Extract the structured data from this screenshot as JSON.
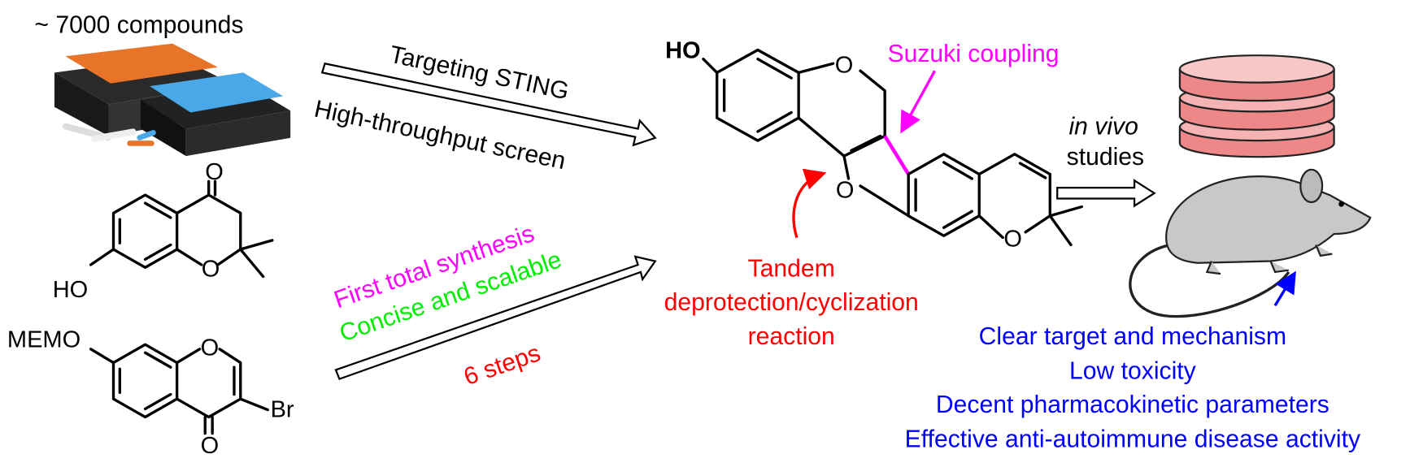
{
  "library": {
    "label": "~ 7000 compounds"
  },
  "screen_arrow": {
    "line1": "Targeting STING",
    "line2": "High-throughput screen"
  },
  "synthesis_arrow": {
    "line1": "First total synthesis",
    "line2": "Concise and scalable",
    "line3": "6 steps"
  },
  "start_material_1": {
    "atoms": {
      "ketone_o": "O",
      "ho": "HO",
      "ring_o": "O"
    }
  },
  "start_material_2": {
    "atoms": {
      "memo": "MEMO",
      "ring_o": "O",
      "br": "Br",
      "ketone_o": "O"
    }
  },
  "product": {
    "atoms": {
      "ho": "HO",
      "o1": "O",
      "o2": "O",
      "o3": "O"
    }
  },
  "annotations": {
    "suzuki": "Suzuki coupling",
    "tandem": [
      "Tandem",
      "deprotection/cyclization",
      "reaction"
    ]
  },
  "in_vivo": {
    "line1": "in vivo",
    "line2": "studies"
  },
  "outcomes": [
    "Clear target and mechanism",
    "Low toxicity",
    "Decent pharmacokinetic parameters",
    "Effective anti-autoimmune disease activity"
  ],
  "colors": {
    "magenta": "#ff00ff",
    "green": "#00ee00",
    "red": "#ff0000",
    "blue": "#0000ff"
  }
}
